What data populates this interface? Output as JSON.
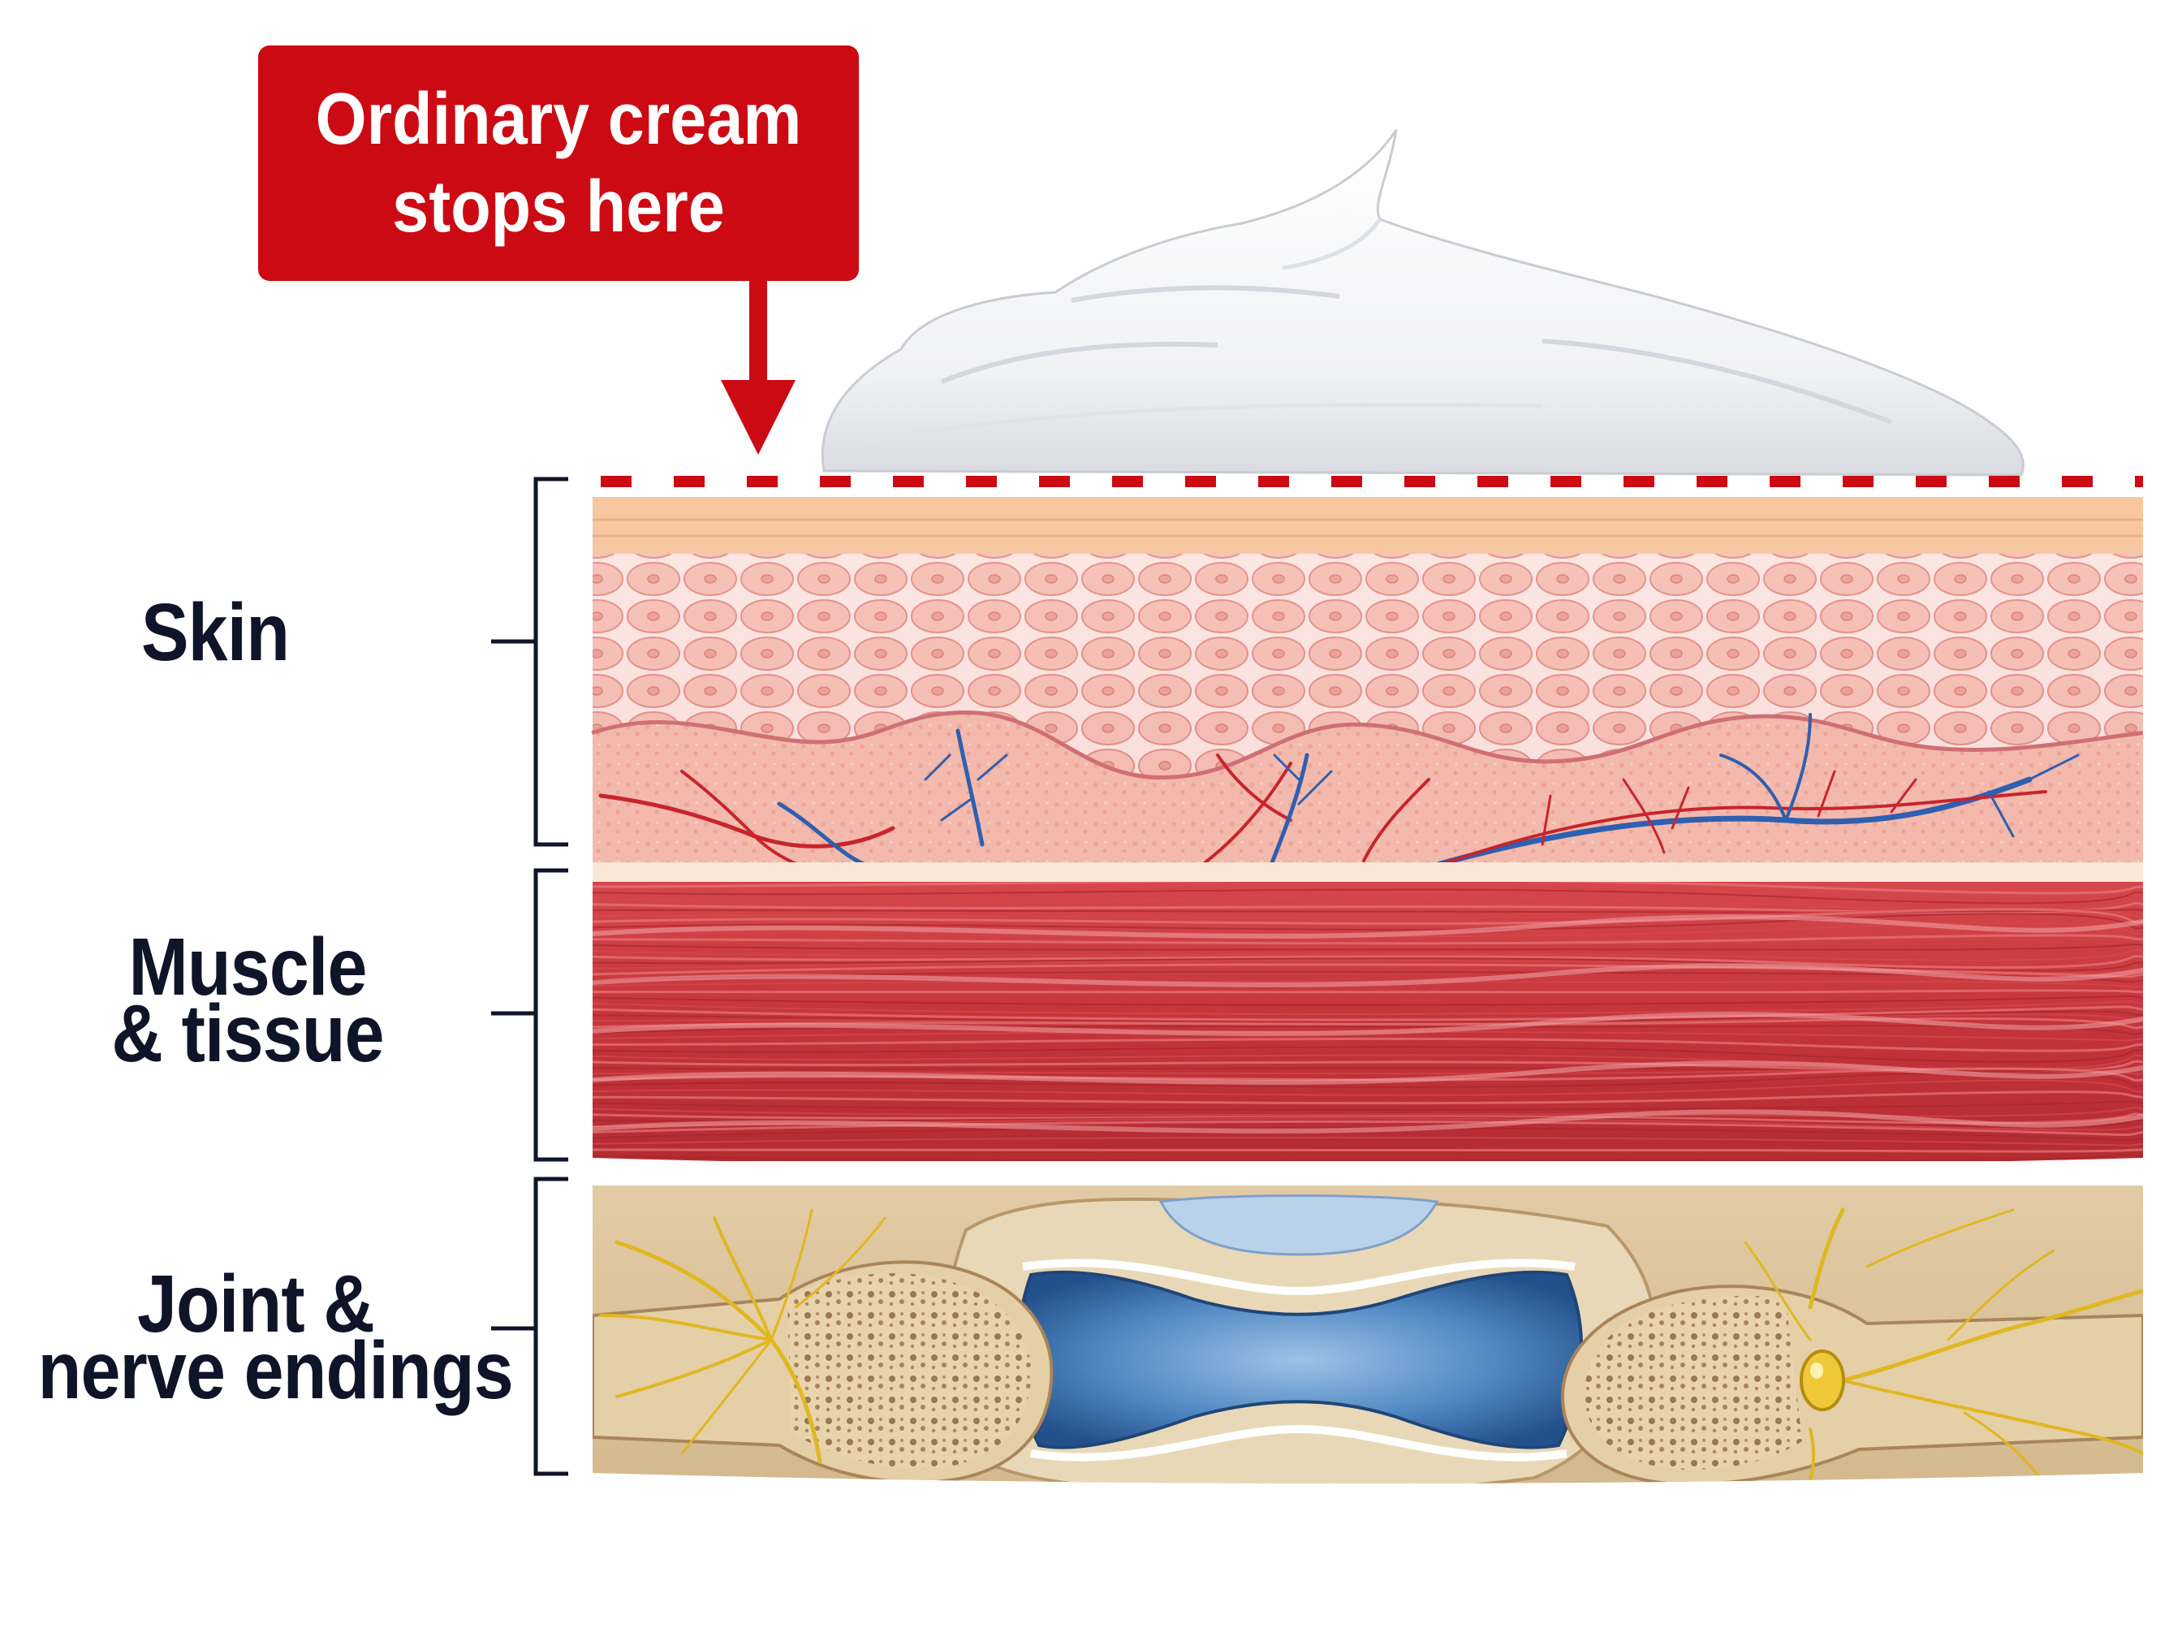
{
  "callout": {
    "line1": "Ordinary cream",
    "line2": "stops here"
  },
  "labels": {
    "skin": "Skin",
    "muscle_line1": "Muscle",
    "muscle_line2": "& tissue",
    "joint_line1": "Joint &",
    "joint_line2": "nerve endings"
  },
  "colors": {
    "callout_red": "#cc0a14",
    "label_navy": "#0f1428",
    "muscle_red": "#c8353a",
    "bone_tan": "#dcc6a0",
    "nerve_yellow": "#e7c22e",
    "synovial_blue": "#3f74b3"
  }
}
